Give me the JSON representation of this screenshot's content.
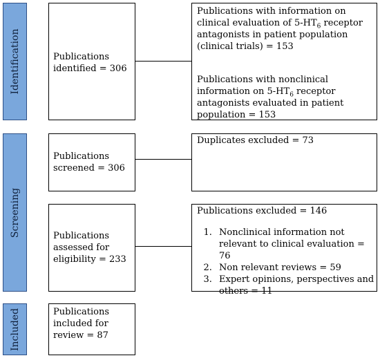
{
  "phases": {
    "identification": "Identification",
    "screening": "Screening",
    "included": "Included"
  },
  "boxes": {
    "identified": {
      "line1": "Publications",
      "line2": "identified = 306"
    },
    "clinical": {
      "pre": "Publications with information on clinical evaluation of 5-HT",
      "sub": "6",
      "post": " receptor antagonists in patient population (clinical trials) = 153"
    },
    "nonclinical": {
      "pre": "Publications with nonclinical information on 5-HT",
      "sub": "6",
      "post": " receptor antagonists evaluated in patient population = 153"
    },
    "screened": {
      "line1": "Publications",
      "line2": "screened = 306"
    },
    "duplicates": {
      "text": "Duplicates excluded = 73"
    },
    "assessed": {
      "line1": "Publications",
      "line2": "assessed for",
      "line3": "eligibility = 233"
    },
    "excluded": {
      "title": "Publications excluded = 146",
      "items": [
        "Nonclinical information not relevant to clinical evaluation = 76",
        "Non relevant reviews = 59",
        "Expert opinions, perspectives and others = 11"
      ]
    },
    "included": {
      "line1": "Publications",
      "line2": "included for",
      "line3": "review = 87"
    }
  }
}
